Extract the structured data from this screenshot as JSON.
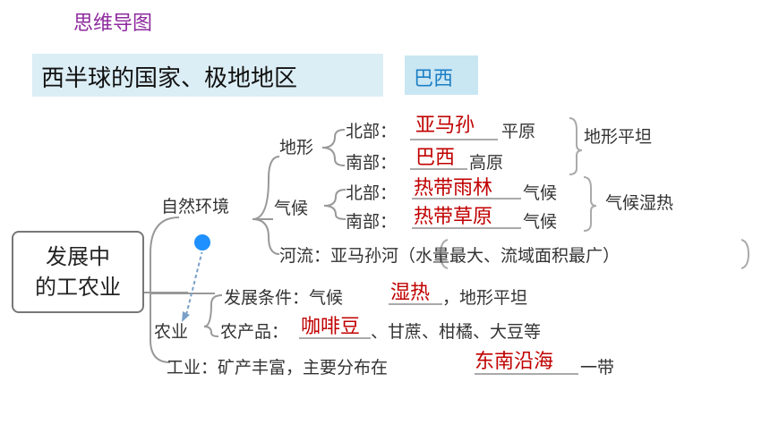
{
  "heading": "思维导图",
  "title": "西半球的国家、极地地区",
  "tag": "巴西",
  "root": {
    "line1": "发展中",
    "line2": "的工农业"
  },
  "branches": {
    "natural": "自然环境",
    "terrain": "地形",
    "climate": "气候",
    "north": "北部：",
    "south": "南部：",
    "plain": "平原",
    "plateau": "高原",
    "terrain_summary": "地形平坦",
    "climate_summary": "气候湿热",
    "climate_suffix": "气候",
    "river": "河流：亚马孙河（水量最大、流域面积最广）",
    "agri": "农业",
    "conditions_prefix": "发展条件：气候",
    "conditions_suffix": "，地形平坦",
    "products_prefix": "农产品：",
    "products_suffix": "、甘蔗、柑橘、大豆等",
    "industry_prefix": "工业：矿产丰富，主要分布在",
    "industry_suffix": "一带"
  },
  "answers": {
    "north_terrain": "亚马孙",
    "south_terrain": "巴西",
    "north_climate": "热带雨林",
    "south_climate": "热带草原",
    "climate_feature": "湿热",
    "product": "咖啡豆",
    "industry_area": "东南沿海"
  },
  "colors": {
    "heading": "#8e2a9e",
    "title_bg": "#dceef5",
    "tag_bg": "#c9e6f3",
    "tag_text": "#1b7fc4",
    "answer": "#c00000",
    "pointer": "#1e90ff"
  }
}
